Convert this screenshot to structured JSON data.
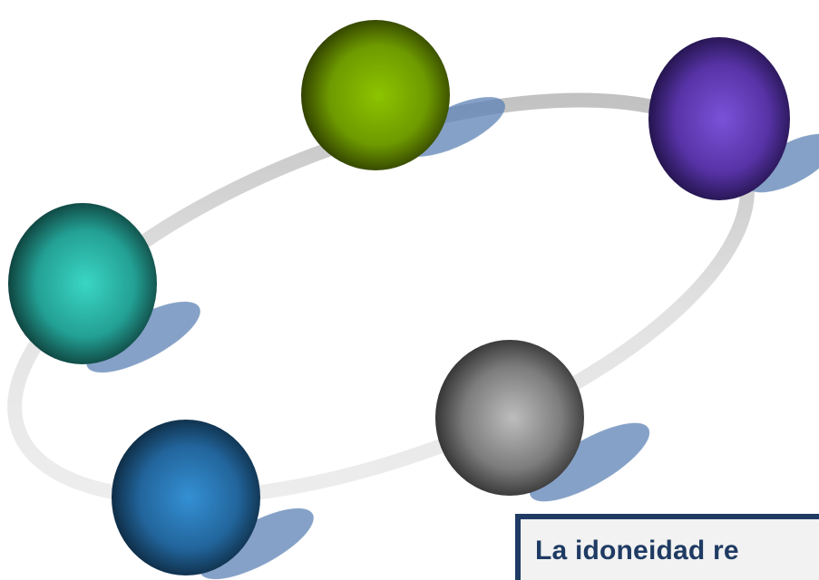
{
  "caption": {
    "text": "La idoneidad re"
  },
  "spheres": [
    {
      "name": "green-sphere",
      "color": "#7fae00"
    },
    {
      "name": "purple-sphere",
      "color": "#6b44c6"
    },
    {
      "name": "teal-sphere",
      "color": "#2fc9b8"
    },
    {
      "name": "gray-sphere",
      "color": "#a9a9a9"
    },
    {
      "name": "blue-sphere",
      "color": "#2a7fc0"
    }
  ],
  "colors": {
    "ring_light": "#e8e8e8",
    "ring_dark": "#bcbcbc",
    "shadow": "#5d82b4",
    "caption_border": "#1f3b63",
    "caption_text": "#1f3b63",
    "caption_fill": "#f2f2f2"
  }
}
